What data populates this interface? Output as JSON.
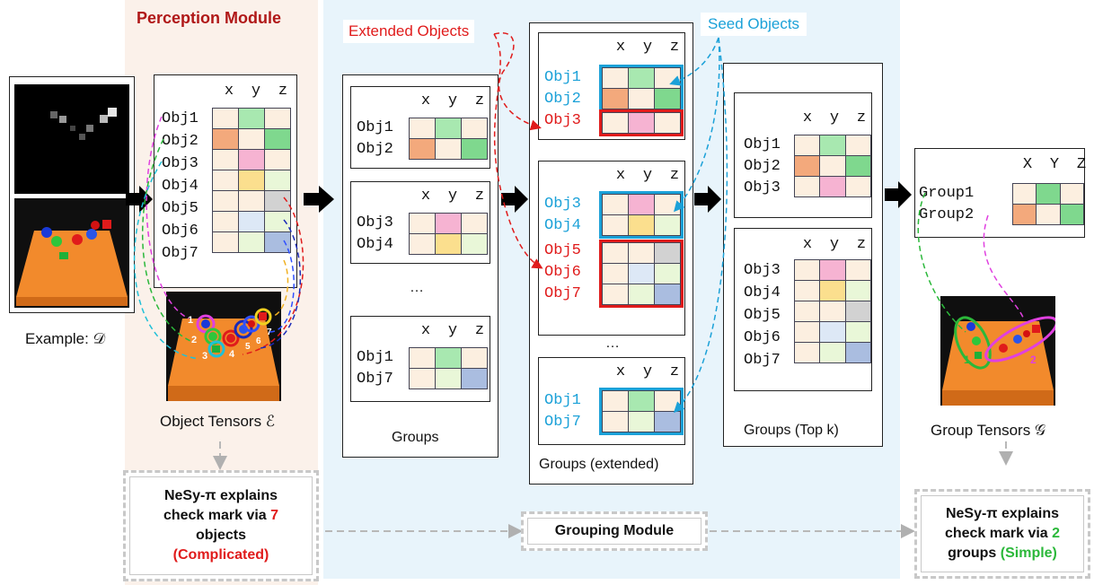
{
  "colors": {
    "perception_bg": "#fbf1ea",
    "grouping_bg": "#e8f4fb",
    "red": "#e01b1b",
    "cyan": "#1ba1d8",
    "green": "#2bb83a"
  },
  "perception": {
    "title": "Perception Module"
  },
  "example_caption": "Example: 𝒟",
  "object_tensors": {
    "caption": "Object Tensors ℰ",
    "headers": [
      "x",
      "y",
      "z"
    ],
    "rows": [
      "Obj1",
      "Obj2",
      "Obj3",
      "Obj4",
      "Obj5",
      "Obj6",
      "Obj7"
    ]
  },
  "groups": {
    "caption": "Groups",
    "ellipsis": "…",
    "g1": [
      "Obj1",
      "Obj2"
    ],
    "g2": [
      "Obj3",
      "Obj4"
    ],
    "g3": [
      "Obj1",
      "Obj7"
    ],
    "headers": [
      "x",
      "y",
      "z"
    ]
  },
  "extended": {
    "caption": "Groups (extended)",
    "ellipsis": "…",
    "g1": [
      "Obj1",
      "Obj2",
      "Obj3"
    ],
    "g2": [
      "Obj3",
      "Obj4",
      "Obj5",
      "Obj6",
      "Obj7"
    ],
    "g3": [
      "Obj1",
      "Obj7"
    ],
    "headers": [
      "x",
      "y",
      "z"
    ]
  },
  "labels": {
    "extended_objects": "Extended Objects",
    "seed_objects": "Seed Objects"
  },
  "topk": {
    "caption": "Groups (Top k)",
    "g1": [
      "Obj1",
      "Obj2",
      "Obj3"
    ],
    "g2": [
      "Obj3",
      "Obj4",
      "Obj5",
      "Obj6",
      "Obj7"
    ],
    "headers": [
      "x",
      "y",
      "z"
    ]
  },
  "group_tensors": {
    "caption": "Group Tensors 𝒢",
    "headers": [
      "X",
      "Y",
      "Z"
    ],
    "rows": [
      "Group1",
      "Group2"
    ]
  },
  "scene_markers": [
    "1",
    "2",
    "3",
    "4",
    "5",
    "6",
    "7"
  ],
  "group_markers": [
    "1",
    "2"
  ],
  "bottom": {
    "left_line1": "NeSy-π explains",
    "left_line2a": "check mark via",
    "left_count": "7",
    "left_line3": "objects",
    "left_tag": "(Complicated)",
    "grouping": "Grouping Module",
    "right_line1": "NeSy-π explains",
    "right_line2a": "check mark via",
    "right_count": "2",
    "right_line3": "groups",
    "right_tag": "(Simple)"
  }
}
